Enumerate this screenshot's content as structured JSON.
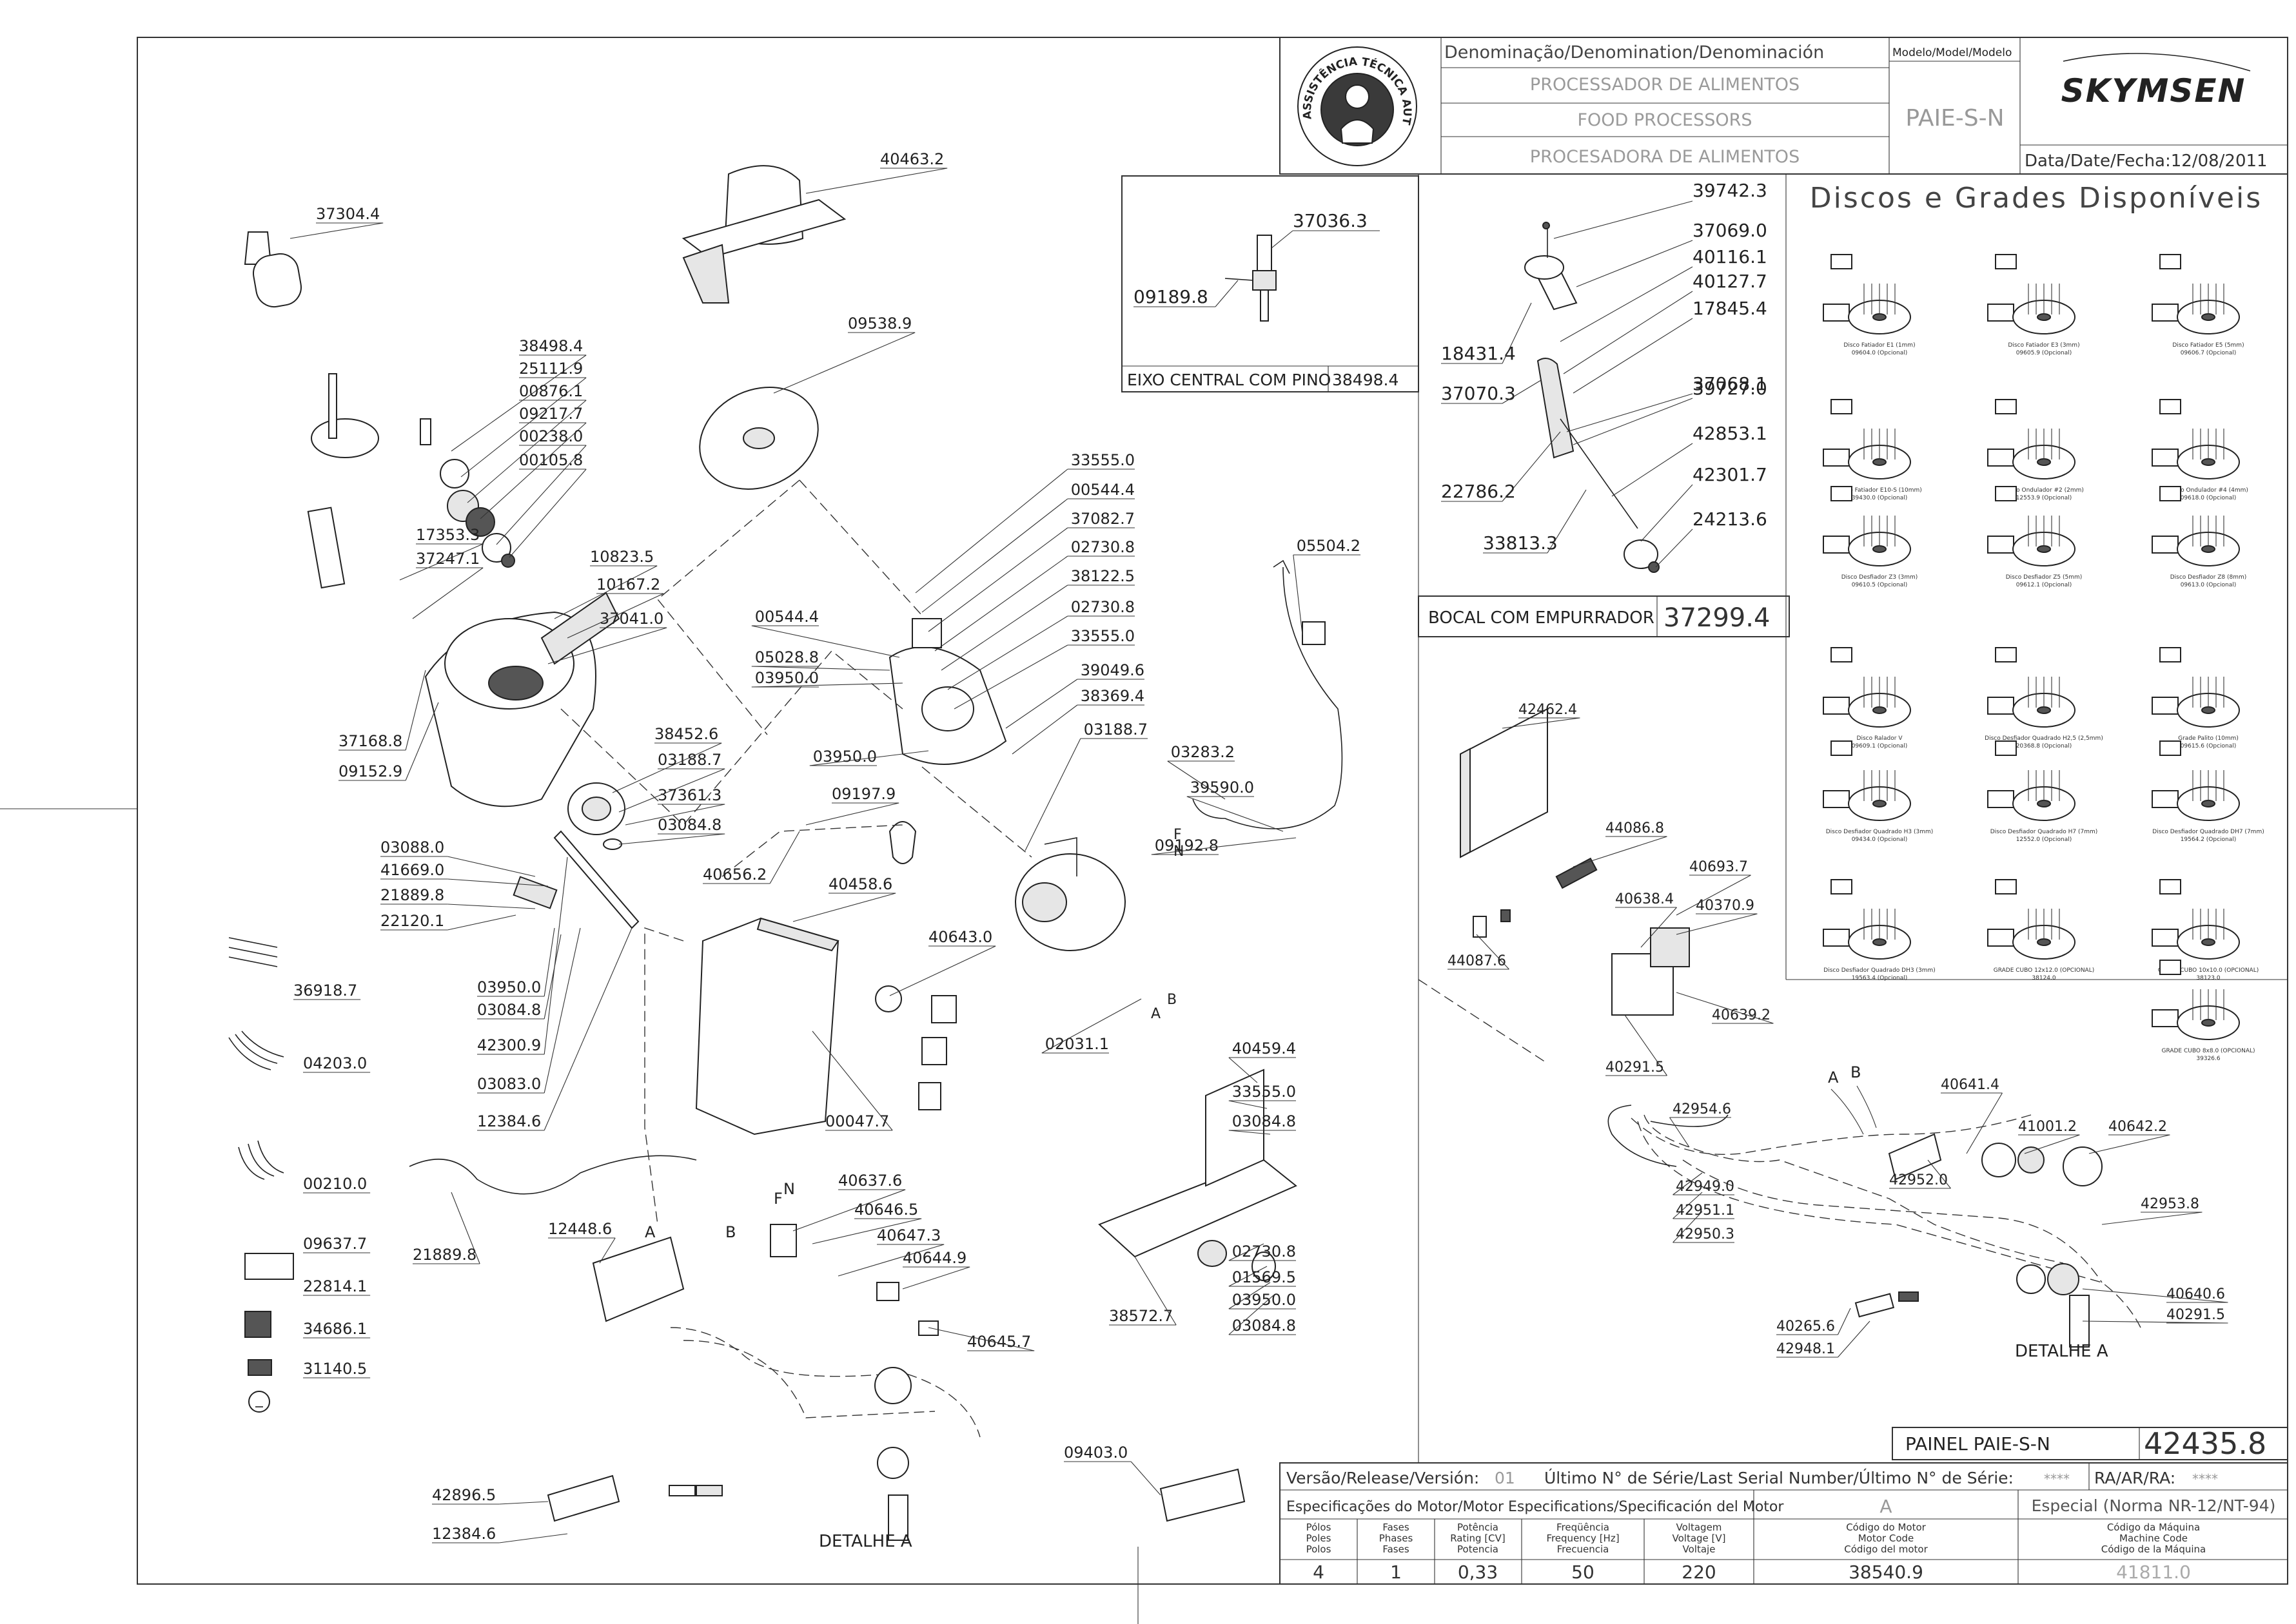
{
  "title_block": {
    "denomination_label": "Denominação/Denomination/Denominación",
    "model_label": "Modelo/Model/Modelo",
    "name_pt": "PROCESSADOR DE ALIMENTOS",
    "name_en": "FOOD PROCESSORS",
    "name_es": "PROCESADORA DE ALIMENTOS",
    "model": "PAIE-S-N",
    "brand": "SKYMSEN",
    "date": "Data/Date/Fecha:12/08/2011",
    "seal_text": "ASSISTÊNCIA TÉCNICA AUTORIZADA"
  },
  "inset_eixo": {
    "title": "EIXO CENTRAL COM PINO",
    "code": "38498.4",
    "labels": [
      "37036.3",
      "09189.8"
    ]
  },
  "inset_bocal": {
    "title": "BOCAL COM EMPURRADOR",
    "code": "37299.4",
    "labels": [
      "39742.3",
      "37069.0",
      "40116.1",
      "40127.7",
      "17845.4",
      "39727.0",
      "37068.1",
      "42853.1",
      "42301.7",
      "24213.6",
      "18431.4",
      "37070.3",
      "22786.2",
      "33813.3"
    ]
  },
  "discos": {
    "title": "Discos e Grades Disponíveis",
    "items": [
      {
        "caption": "Disco Fatiador E1 (1mm)",
        "code": "09604.0 (Opcional)"
      },
      {
        "caption": "Disco Fatiador E3 (3mm)",
        "code": "09605.9 (Opcional)"
      },
      {
        "caption": "Disco Fatiador E5 (5mm)",
        "code": "09606.7 (Opcional)"
      },
      {
        "caption": "Disco Fatiador E10-S (10mm)",
        "code": "39430.0 (Opcional)"
      },
      {
        "caption": "Disco Ondulador #2 (2mm)",
        "code": "12553.9 (Opcional)"
      },
      {
        "caption": "Disco Ondulador #4 (4mm)",
        "code": "09618.0 (Opcional)"
      },
      {
        "caption": "Disco Desfiador Z3 (3mm)",
        "code": "09610.5 (Opcional)"
      },
      {
        "caption": "Disco Desfiador Z5 (5mm)",
        "code": "09612.1 (Opcional)"
      },
      {
        "caption": "Disco Desfiador Z8 (8mm)",
        "code": "09613.0 (Opcional)"
      },
      {
        "caption": "Disco Ralador V",
        "code": "09609.1 (Opcional)"
      },
      {
        "caption": "Disco Desfiador Quadrado H2,5 (2,5mm)",
        "code": "20368.8 (Opcional)"
      },
      {
        "caption": "Grade Palito (10mm)",
        "code": "09615.6 (Opcional)"
      },
      {
        "caption": "Disco Desfiador Quadrado H3 (3mm)",
        "code": "09434.0 (Opcional)"
      },
      {
        "caption": "Disco Desfiador Quadrado H7 (7mm)",
        "code": "12552.0 (Opcional)"
      },
      {
        "caption": "Disco Desfiador Quadrado DH7 (7mm)",
        "code": "19564.2 (Opcional)"
      },
      {
        "caption": "Disco Desfiador Quadrado DH3 (3mm)",
        "code": "19563.4 (Opcional)"
      },
      {
        "caption": "GRADE CUBO 12x12.0 (OPCIONAL)",
        "code": "38124.0"
      },
      {
        "caption": "GRADE CUBO 10x10.0 (OPCIONAL)",
        "code": "38123.0"
      },
      {
        "caption": "GRADE CUBO 8x8.0 (OPCIONAL)",
        "code": "39326.6"
      }
    ]
  },
  "painel": {
    "title": "PAINEL PAIE-S-N",
    "code": "42435.8",
    "labels": [
      "42462.4",
      "44086.8",
      "40693.7",
      "40638.4",
      "40370.9",
      "44087.6",
      "40639.2",
      "40291.5",
      "42954.6",
      "42949.0",
      "42951.1",
      "42950.3",
      "40641.4",
      "41001.2",
      "40642.2",
      "42952.0",
      "42953.8",
      "40640.6",
      "40291.5",
      "40265.6",
      "42948.1"
    ],
    "detail": "DETALHE A"
  },
  "main_labels": [
    "37304.4",
    "40463.2",
    "09538.9",
    "38498.4",
    "25111.9",
    "00876.1",
    "09217.7",
    "00238.0",
    "00105.8",
    "17353.3",
    "37247.1",
    "10823.5",
    "10167.2",
    "37041.0",
    "37168.8",
    "09152.9",
    "38452.6",
    "03188.7",
    "37361.3",
    "03084.8",
    "09197.9",
    "40656.2",
    "03088.0",
    "41669.0",
    "21889.8",
    "22120.1",
    "03950.0",
    "03084.8",
    "42300.9",
    "03083.0",
    "12384.6",
    "36918.7",
    "04203.0",
    "00210.0",
    "09637.7",
    "22814.1",
    "34686.1",
    "31140.5",
    "33555.0",
    "00544.4",
    "37082.7",
    "02730.8",
    "38122.5",
    "02730.8",
    "33555.0",
    "39049.6",
    "38369.4",
    "03188.7",
    "00544.4",
    "05028.8",
    "03950.0",
    "03950.0",
    "05504.2",
    "03283.2",
    "39590.0",
    "09192.8",
    "02031.1",
    "40458.6",
    "40643.0",
    "00047.7",
    "40459.4",
    "33555.0",
    "03084.8",
    "02730.8",
    "01569.5",
    "03950.0",
    "03084.8",
    "38572.7",
    "21889.8",
    "12448.6",
    "40637.6",
    "40646.5",
    "40647.3",
    "40644.9",
    "40645.7",
    "42896.5",
    "12384.6",
    "09403.0"
  ],
  "detail_main": "DETALHE A",
  "release": {
    "version_label": "Versão/Release/Versión:",
    "version": "01",
    "serial_label": "Último N° de Série/Last Serial Number/Último N° de Série:",
    "serial": "****",
    "ra_label": "RA/AR/RA:",
    "ra": "****"
  },
  "motor": {
    "spec_label": "Especificações do Motor/Motor Especifications/Specificación del Motor",
    "rev": "A",
    "special": "Especial (Norma NR-12/NT-94)",
    "headers": [
      [
        "Pólos",
        "Poles",
        "Polos"
      ],
      [
        "Fases",
        "Phases",
        "Fases"
      ],
      [
        "Potência",
        "Rating [CV]",
        "Potencia"
      ],
      [
        "Freqüência",
        "Frequency [Hz]",
        "Frecuencia"
      ],
      [
        "Voltagem",
        "Voltage [V]",
        "Voltaje"
      ],
      [
        "Código do Motor",
        "Motor Code",
        "Código del motor"
      ],
      [
        "Código da Máquina",
        "Machine Code",
        "Código de la Máquina"
      ]
    ],
    "values": [
      "4",
      "1",
      "0,33",
      "50",
      "220",
      "38540.9",
      "41811.0"
    ]
  }
}
